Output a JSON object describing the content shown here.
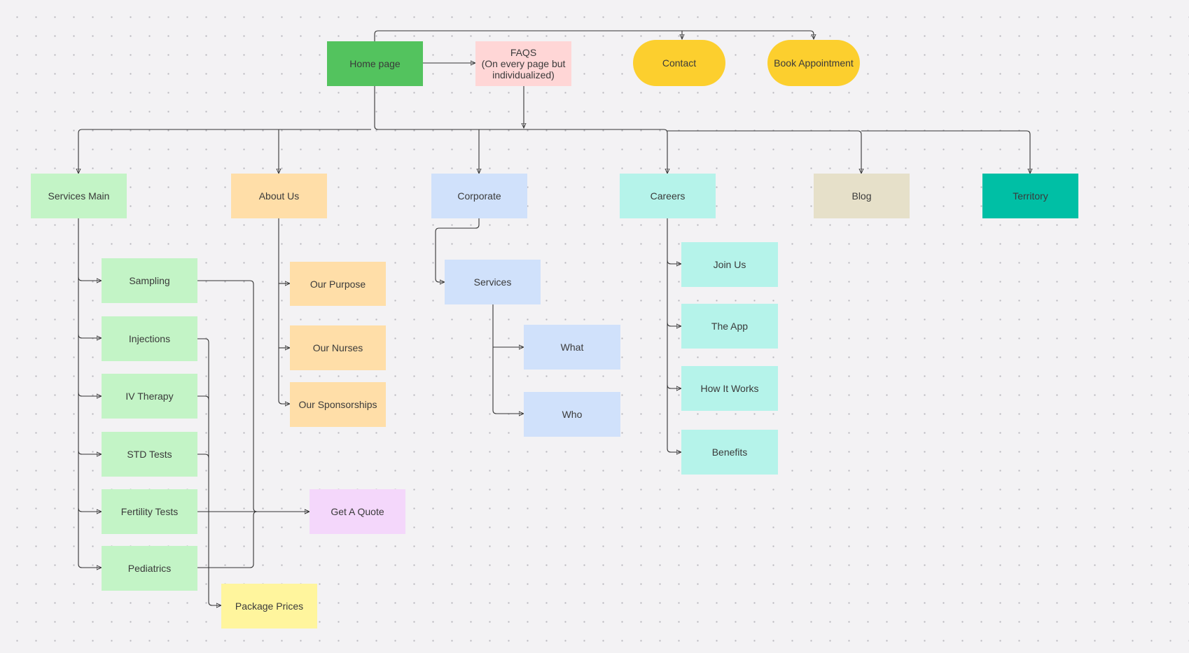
{
  "nodes": {
    "home": {
      "label": "Home page",
      "color": "#53c35e"
    },
    "faqs": {
      "label": "FAQS\n(On every page but\nindividualized)",
      "color": "#ffd6d6"
    },
    "contact": {
      "label": "Contact",
      "color": "#fccf2e"
    },
    "book": {
      "label": "Book Appointment",
      "color": "#fccf2e"
    },
    "services_main": {
      "label": "Services Main",
      "color": "#c3f4c6"
    },
    "about_us": {
      "label": "About Us",
      "color": "#ffdea8"
    },
    "corporate": {
      "label": "Corporate",
      "color": "#d0e1fb"
    },
    "careers": {
      "label": "Careers",
      "color": "#b5f3ea"
    },
    "blog": {
      "label": "Blog",
      "color": "#e6e0c9"
    },
    "territory": {
      "label": "Territory",
      "color": "#00bfa5"
    },
    "sampling": {
      "label": "Sampling",
      "color": "#c3f4c6"
    },
    "injections": {
      "label": "Injections",
      "color": "#c3f4c6"
    },
    "iv_therapy": {
      "label": "IV Therapy",
      "color": "#c3f4c6"
    },
    "std_tests": {
      "label": "STD Tests",
      "color": "#c3f4c6"
    },
    "fertility_tests": {
      "label": "Fertility Tests",
      "color": "#c3f4c6"
    },
    "pediatrics": {
      "label": "Pediatrics",
      "color": "#c3f4c6"
    },
    "our_purpose": {
      "label": "Our Purpose",
      "color": "#ffdea8"
    },
    "our_nurses": {
      "label": "Our Nurses",
      "color": "#ffdea8"
    },
    "our_sponsorships": {
      "label": "Our Sponsorships",
      "color": "#ffdea8"
    },
    "services": {
      "label": "Services",
      "color": "#d0e1fb"
    },
    "what": {
      "label": "What",
      "color": "#d0e1fb"
    },
    "who": {
      "label": "Who",
      "color": "#d0e1fb"
    },
    "join_us": {
      "label": "Join Us",
      "color": "#b5f3ea"
    },
    "the_app": {
      "label": "The App",
      "color": "#b5f3ea"
    },
    "how_it_works": {
      "label": "How It Works",
      "color": "#b5f3ea"
    },
    "benefits": {
      "label": "Benefits",
      "color": "#b5f3ea"
    },
    "get_a_quote": {
      "label": "Get A Quote",
      "color": "#f4d7fb"
    },
    "package_prices": {
      "label": "Package Prices",
      "color": "#fff59d"
    }
  },
  "edges": [
    [
      "home",
      "faqs"
    ],
    [
      "home",
      "contact"
    ],
    [
      "home",
      "book"
    ],
    [
      "home",
      "services_main"
    ],
    [
      "home",
      "about_us"
    ],
    [
      "home",
      "corporate"
    ],
    [
      "home",
      "careers"
    ],
    [
      "home",
      "blog"
    ],
    [
      "home",
      "territory"
    ],
    [
      "faqs",
      "home-trunk"
    ],
    [
      "services_main",
      "sampling"
    ],
    [
      "services_main",
      "injections"
    ],
    [
      "services_main",
      "iv_therapy"
    ],
    [
      "services_main",
      "std_tests"
    ],
    [
      "services_main",
      "fertility_tests"
    ],
    [
      "services_main",
      "pediatrics"
    ],
    [
      "about_us",
      "our_purpose"
    ],
    [
      "about_us",
      "our_nurses"
    ],
    [
      "about_us",
      "our_sponsorships"
    ],
    [
      "corporate",
      "services"
    ],
    [
      "services",
      "what"
    ],
    [
      "services",
      "who"
    ],
    [
      "careers",
      "join_us"
    ],
    [
      "careers",
      "the_app"
    ],
    [
      "careers",
      "how_it_works"
    ],
    [
      "careers",
      "benefits"
    ],
    [
      "sampling",
      "get_a_quote"
    ],
    [
      "fertility_tests",
      "get_a_quote"
    ],
    [
      "pediatrics",
      "get_a_quote"
    ],
    [
      "injections",
      "package_prices"
    ],
    [
      "iv_therapy",
      "package_prices"
    ],
    [
      "std_tests",
      "package_prices"
    ]
  ]
}
